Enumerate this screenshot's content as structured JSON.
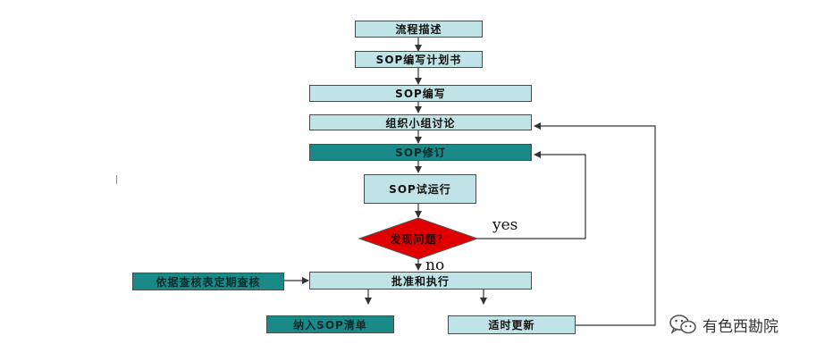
{
  "flow": {
    "describe": "流程描述",
    "plan": "SOP编写计划书",
    "write": "SOP编写",
    "discuss": "组织小组讨论",
    "revise": "SOP修订",
    "trial": "SOP试运行",
    "decision": "发现问题？",
    "approve": "批准和执行",
    "audit": "依据查核表定期查核",
    "list": "纳入SOP清单",
    "update": "适时更新"
  },
  "labels": {
    "yes": "yes",
    "no": "no"
  },
  "watermark": {
    "text": "有色西勘院",
    "icon": "wechat-icon"
  },
  "colors": {
    "light_box": "#bfe3e6",
    "dark_box": "#1a8a88",
    "decision": "#e00000",
    "line": "#333333"
  }
}
